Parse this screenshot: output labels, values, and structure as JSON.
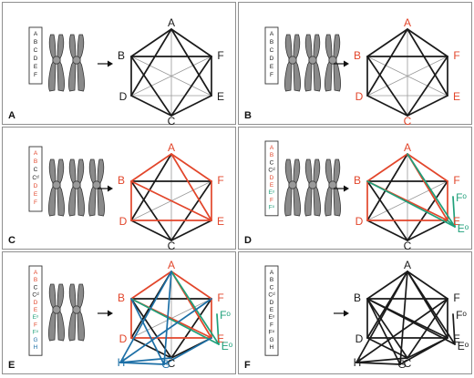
{
  "colors": {
    "black": "#1a1a1a",
    "thin": "#9a9a9a",
    "red": "#e2462b",
    "green": "#1fa07a",
    "blue": "#1c6fa6",
    "chromosome": "#8a8a8a"
  },
  "panels": [
    {
      "letter": "A",
      "chromosomes": 2,
      "genes": [
        {
          "t": "A",
          "c": "black"
        },
        {
          "t": "B",
          "c": "black"
        },
        {
          "t": "C",
          "c": "black"
        },
        {
          "t": "D",
          "c": "black"
        },
        {
          "t": "E",
          "c": "black"
        },
        {
          "t": "F",
          "c": "black"
        }
      ],
      "nodes": [
        {
          "id": "A",
          "label": "A",
          "c": "black"
        },
        {
          "id": "F",
          "label": "F",
          "c": "black"
        },
        {
          "id": "E",
          "label": "E",
          "c": "black"
        },
        {
          "id": "C",
          "label": "C",
          "c": "black"
        },
        {
          "id": "D",
          "label": "D",
          "c": "black"
        },
        {
          "id": "B",
          "label": "B",
          "c": "black"
        }
      ],
      "edges": [
        [
          "A",
          "F",
          "black"
        ],
        [
          "F",
          "E",
          "black"
        ],
        [
          "E",
          "C",
          "black"
        ],
        [
          "C",
          "D",
          "black"
        ],
        [
          "D",
          "B",
          "black"
        ],
        [
          "B",
          "A",
          "black"
        ],
        [
          "A",
          "D",
          "black"
        ],
        [
          "A",
          "E",
          "black"
        ],
        [
          "B",
          "F",
          "black"
        ],
        [
          "B",
          "C",
          "black"
        ],
        [
          "F",
          "C",
          "black"
        ],
        [
          "A",
          "C",
          "thin"
        ],
        [
          "B",
          "E",
          "thin"
        ],
        [
          "D",
          "F",
          "thin"
        ],
        [
          "D",
          "E",
          "thin"
        ]
      ]
    },
    {
      "letter": "B",
      "chromosomes": 3,
      "genes": [
        {
          "t": "A",
          "c": "black"
        },
        {
          "t": "B",
          "c": "black"
        },
        {
          "t": "C",
          "c": "black"
        },
        {
          "t": "D",
          "c": "black"
        },
        {
          "t": "E",
          "c": "black"
        },
        {
          "t": "F",
          "c": "black"
        }
      ],
      "nodes": [
        {
          "id": "A",
          "label": "A",
          "c": "red"
        },
        {
          "id": "F",
          "label": "F",
          "c": "red"
        },
        {
          "id": "E",
          "label": "E",
          "c": "red"
        },
        {
          "id": "C",
          "label": "C",
          "c": "red"
        },
        {
          "id": "D",
          "label": "D",
          "c": "red"
        },
        {
          "id": "B",
          "label": "B",
          "c": "red"
        }
      ],
      "edges": [
        [
          "A",
          "F",
          "black"
        ],
        [
          "F",
          "E",
          "black"
        ],
        [
          "E",
          "C",
          "black"
        ],
        [
          "C",
          "D",
          "black"
        ],
        [
          "D",
          "B",
          "black"
        ],
        [
          "B",
          "A",
          "black"
        ],
        [
          "A",
          "D",
          "black"
        ],
        [
          "A",
          "E",
          "black"
        ],
        [
          "B",
          "F",
          "black"
        ],
        [
          "B",
          "C",
          "black"
        ],
        [
          "F",
          "C",
          "black"
        ],
        [
          "A",
          "C",
          "thin"
        ],
        [
          "B",
          "E",
          "thin"
        ],
        [
          "D",
          "F",
          "thin"
        ],
        [
          "D",
          "E",
          "thin"
        ]
      ]
    },
    {
      "letter": "C",
      "chromosomes": 3,
      "genes": [
        {
          "t": "A",
          "c": "red"
        },
        {
          "t": "B",
          "c": "red"
        },
        {
          "t": "C",
          "c": "black"
        },
        {
          "t": "Cᵈ",
          "c": "black"
        },
        {
          "t": "D",
          "c": "red"
        },
        {
          "t": "E",
          "c": "red"
        },
        {
          "t": "F",
          "c": "red"
        }
      ],
      "nodes": [
        {
          "id": "A",
          "label": "A",
          "c": "red"
        },
        {
          "id": "F",
          "label": "F",
          "c": "red"
        },
        {
          "id": "E",
          "label": "E",
          "c": "red"
        },
        {
          "id": "C",
          "label": "C",
          "c": "black"
        },
        {
          "id": "D",
          "label": "D",
          "c": "red"
        },
        {
          "id": "B",
          "label": "B",
          "c": "red"
        }
      ],
      "edges": [
        [
          "A",
          "F",
          "red"
        ],
        [
          "F",
          "E",
          "red"
        ],
        [
          "E",
          "C",
          "black"
        ],
        [
          "C",
          "D",
          "black"
        ],
        [
          "D",
          "B",
          "red"
        ],
        [
          "B",
          "A",
          "red"
        ],
        [
          "A",
          "D",
          "black"
        ],
        [
          "A",
          "E",
          "red"
        ],
        [
          "B",
          "F",
          "black"
        ],
        [
          "B",
          "C",
          "black"
        ],
        [
          "F",
          "C",
          "black"
        ],
        [
          "A",
          "C",
          "thin"
        ],
        [
          "B",
          "E",
          "red"
        ],
        [
          "D",
          "F",
          "thin"
        ],
        [
          "D",
          "E",
          "red"
        ]
      ]
    },
    {
      "letter": "D",
      "chromosomes": 3,
      "genes": [
        {
          "t": "A",
          "c": "red"
        },
        {
          "t": "B",
          "c": "red"
        },
        {
          "t": "C",
          "c": "black"
        },
        {
          "t": "Cᵈ",
          "c": "black"
        },
        {
          "t": "D",
          "c": "red"
        },
        {
          "t": "E",
          "c": "red"
        },
        {
          "t": "Eᵒ",
          "c": "green"
        },
        {
          "t": "F",
          "c": "red"
        },
        {
          "t": "Fᵒ",
          "c": "green"
        }
      ],
      "nodes": [
        {
          "id": "A",
          "label": "A",
          "c": "red"
        },
        {
          "id": "F",
          "label": "F",
          "c": "red"
        },
        {
          "id": "Fo",
          "label": "Fᵒ",
          "c": "green"
        },
        {
          "id": "E",
          "label": "E",
          "c": "red"
        },
        {
          "id": "Eo",
          "label": "Eᵒ",
          "c": "green"
        },
        {
          "id": "C",
          "label": "C",
          "c": "black"
        },
        {
          "id": "D",
          "label": "D",
          "c": "red"
        },
        {
          "id": "B",
          "label": "B",
          "c": "red"
        }
      ],
      "edges": [
        [
          "A",
          "F",
          "red"
        ],
        [
          "F",
          "E",
          "red"
        ],
        [
          "E",
          "C",
          "black"
        ],
        [
          "C",
          "D",
          "black"
        ],
        [
          "D",
          "B",
          "red"
        ],
        [
          "B",
          "A",
          "red"
        ],
        [
          "A",
          "D",
          "black"
        ],
        [
          "A",
          "E",
          "red"
        ],
        [
          "B",
          "F",
          "black"
        ],
        [
          "B",
          "C",
          "black"
        ],
        [
          "F",
          "C",
          "black"
        ],
        [
          "A",
          "C",
          "thin"
        ],
        [
          "B",
          "E",
          "red"
        ],
        [
          "D",
          "F",
          "thin"
        ],
        [
          "D",
          "E",
          "red"
        ],
        [
          "A",
          "Eo",
          "green"
        ],
        [
          "B",
          "Eo",
          "green"
        ],
        [
          "Fo",
          "Eo",
          "green"
        ],
        [
          "E",
          "Eo",
          "green"
        ]
      ]
    },
    {
      "letter": "E",
      "chromosomes": 2,
      "genes": [
        {
          "t": "A",
          "c": "red"
        },
        {
          "t": "B",
          "c": "red"
        },
        {
          "t": "C",
          "c": "black"
        },
        {
          "t": "Cᵈ",
          "c": "black"
        },
        {
          "t": "D",
          "c": "red"
        },
        {
          "t": "E",
          "c": "red"
        },
        {
          "t": "Eᵒ",
          "c": "green"
        },
        {
          "t": "F",
          "c": "red"
        },
        {
          "t": "Fᵒ",
          "c": "green"
        },
        {
          "t": "G",
          "c": "blue"
        },
        {
          "t": "H",
          "c": "blue"
        }
      ],
      "nodes": [
        {
          "id": "A",
          "label": "A",
          "c": "red"
        },
        {
          "id": "F",
          "label": "F",
          "c": "red"
        },
        {
          "id": "Fo",
          "label": "Fᵒ",
          "c": "green"
        },
        {
          "id": "E",
          "label": "E",
          "c": "red"
        },
        {
          "id": "Eo",
          "label": "Eᵒ",
          "c": "green"
        },
        {
          "id": "C",
          "label": "C",
          "c": "black"
        },
        {
          "id": "D",
          "label": "D",
          "c": "red"
        },
        {
          "id": "B",
          "label": "B",
          "c": "red"
        },
        {
          "id": "H",
          "label": "H",
          "c": "blue"
        },
        {
          "id": "G",
          "label": "G",
          "c": "blue"
        }
      ],
      "edges": [
        [
          "A",
          "F",
          "red"
        ],
        [
          "F",
          "E",
          "red"
        ],
        [
          "E",
          "C",
          "black"
        ],
        [
          "C",
          "D",
          "black"
        ],
        [
          "D",
          "B",
          "red"
        ],
        [
          "B",
          "A",
          "red"
        ],
        [
          "A",
          "D",
          "black"
        ],
        [
          "A",
          "E",
          "red"
        ],
        [
          "B",
          "F",
          "black"
        ],
        [
          "B",
          "C",
          "black"
        ],
        [
          "F",
          "C",
          "black"
        ],
        [
          "A",
          "C",
          "thin"
        ],
        [
          "B",
          "E",
          "red"
        ],
        [
          "D",
          "F",
          "thin"
        ],
        [
          "D",
          "E",
          "red"
        ],
        [
          "A",
          "Eo",
          "green"
        ],
        [
          "B",
          "Eo",
          "green"
        ],
        [
          "Fo",
          "Eo",
          "green"
        ],
        [
          "A",
          "H",
          "blue"
        ],
        [
          "A",
          "G",
          "blue"
        ],
        [
          "B",
          "G",
          "blue"
        ],
        [
          "H",
          "G",
          "blue"
        ],
        [
          "H",
          "C",
          "blue"
        ],
        [
          "G",
          "E",
          "blue"
        ],
        [
          "F",
          "H",
          "blue"
        ]
      ]
    },
    {
      "letter": "F",
      "chromosomes": 0,
      "genes": [
        {
          "t": "A",
          "c": "black"
        },
        {
          "t": "B",
          "c": "black"
        },
        {
          "t": "C",
          "c": "black"
        },
        {
          "t": "Cᵈ",
          "c": "black"
        },
        {
          "t": "D",
          "c": "black"
        },
        {
          "t": "E",
          "c": "black"
        },
        {
          "t": "Eᵒ",
          "c": "black"
        },
        {
          "t": "F",
          "c": "black"
        },
        {
          "t": "Fᵒ",
          "c": "black"
        },
        {
          "t": "G",
          "c": "black"
        },
        {
          "t": "H",
          "c": "black"
        }
      ],
      "nodes": [
        {
          "id": "A",
          "label": "A",
          "c": "black"
        },
        {
          "id": "F",
          "label": "F",
          "c": "black"
        },
        {
          "id": "Fo",
          "label": "Fᵒ",
          "c": "black"
        },
        {
          "id": "E",
          "label": "E",
          "c": "black"
        },
        {
          "id": "Eo",
          "label": "Eᵒ",
          "c": "black"
        },
        {
          "id": "C",
          "label": "C",
          "c": "black"
        },
        {
          "id": "D",
          "label": "D",
          "c": "black"
        },
        {
          "id": "B",
          "label": "B",
          "c": "black"
        },
        {
          "id": "H",
          "label": "H",
          "c": "black"
        },
        {
          "id": "G",
          "label": "G",
          "c": "black"
        }
      ],
      "edges": [
        [
          "A",
          "F",
          "black"
        ],
        [
          "F",
          "E",
          "black"
        ],
        [
          "E",
          "C",
          "black"
        ],
        [
          "C",
          "D",
          "black"
        ],
        [
          "D",
          "B",
          "black"
        ],
        [
          "B",
          "A",
          "black"
        ],
        [
          "A",
          "D",
          "black"
        ],
        [
          "A",
          "E",
          "black"
        ],
        [
          "B",
          "F",
          "black"
        ],
        [
          "B",
          "C",
          "black"
        ],
        [
          "F",
          "C",
          "black"
        ],
        [
          "B",
          "E",
          "black"
        ],
        [
          "D",
          "E",
          "black"
        ],
        [
          "A",
          "Eo",
          "black"
        ],
        [
          "B",
          "Eo",
          "black"
        ],
        [
          "Fo",
          "Eo",
          "black"
        ],
        [
          "A",
          "H",
          "black"
        ],
        [
          "A",
          "G",
          "black"
        ],
        [
          "B",
          "G",
          "black"
        ],
        [
          "H",
          "G",
          "black"
        ],
        [
          "H",
          "C",
          "black"
        ],
        [
          "G",
          "E",
          "black"
        ],
        [
          "F",
          "H",
          "black"
        ]
      ]
    }
  ]
}
